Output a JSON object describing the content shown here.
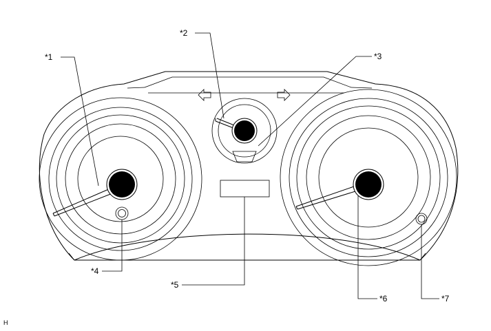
{
  "callouts": [
    {
      "id": "c1",
      "text": "*1"
    },
    {
      "id": "c2",
      "text": "*2"
    },
    {
      "id": "c3",
      "text": "*3"
    },
    {
      "id": "c4",
      "text": "*4"
    },
    {
      "id": "c5",
      "text": "*5"
    },
    {
      "id": "c6",
      "text": "*6"
    },
    {
      "id": "c7",
      "text": "*7"
    }
  ],
  "figure_code": "H"
}
